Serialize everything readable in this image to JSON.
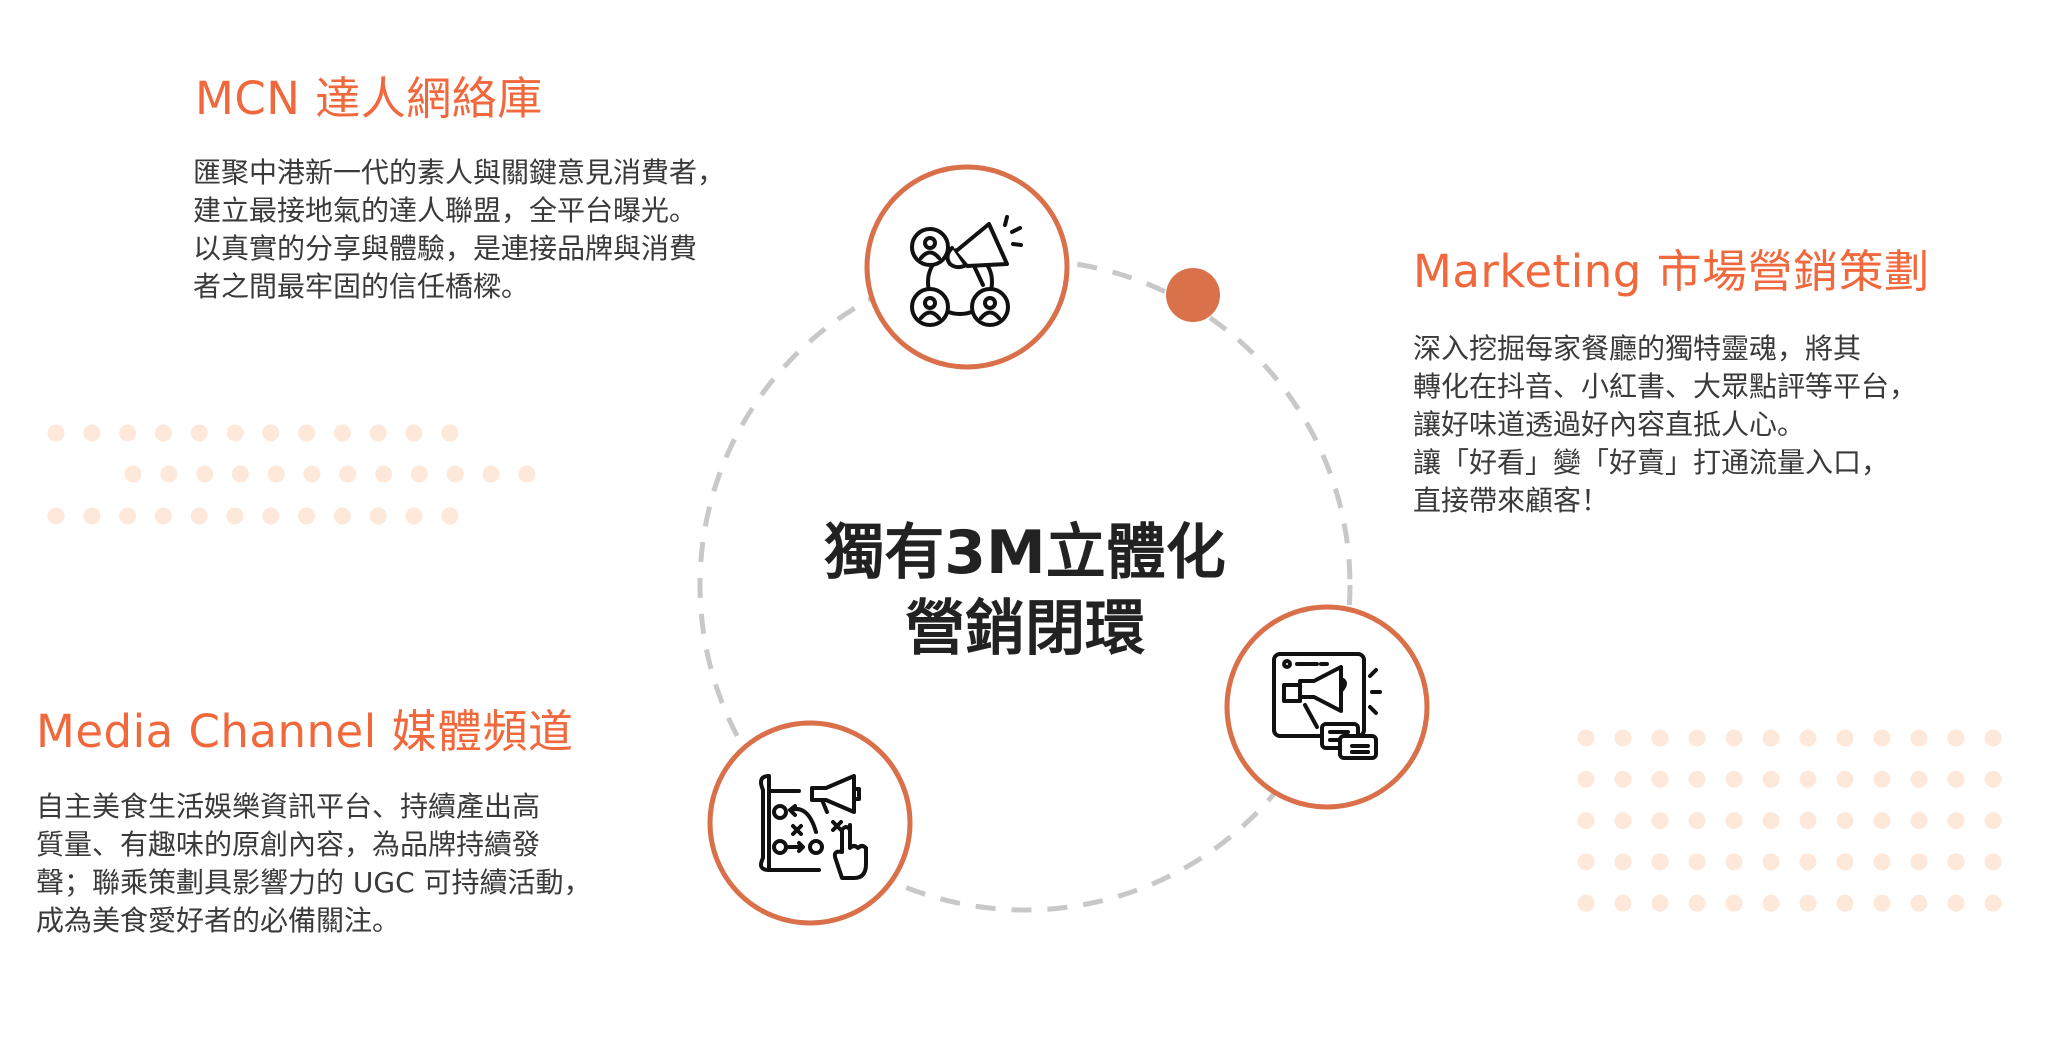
{
  "colors": {
    "accent": "#f0683c",
    "ring": "#d9704a",
    "dot": "#d9714b",
    "dash": "#c8c8c8",
    "pattern_dot": "#fde8d9",
    "text": "#3a3a3a",
    "title": "#222222"
  },
  "center": {
    "lines": [
      "獨有3M立體化",
      "營銷閉環"
    ]
  },
  "sections": {
    "mcn": {
      "title": "MCN 達人網絡庫",
      "lines": [
        "匯聚中港新一代的素人與關鍵意見消費者，",
        "建立最接地氣的達人聯盟，全平台曝光。",
        "以真實的分享與體驗，是連接品牌與消費",
        "者之間最牢固的信任橋樑。"
      ],
      "icon": "influencer-network-megaphone-icon"
    },
    "marketing": {
      "title": "Marketing 市場營銷策劃",
      "lines": [
        "深入挖掘每家餐廳的獨特靈魂，將其",
        "轉化在抖音、小紅書、大眾點評等平台，",
        "讓好味道透過好內容直抵人心。",
        "讓「好看」變「好賣」打通流量入口，",
        "直接帶來顧客！"
      ],
      "icon": "web-megaphone-chat-icon"
    },
    "media": {
      "title": "Media Channel 媒體頻道",
      "lines": [
        "自主美食生活娛樂資訊平台、持續產出高",
        "質量、有趣味的原創內容，為品牌持續發",
        "聲；聯乘策劃具影響力的 UGC 可持續活動，",
        "成為美食愛好者的必備關注。"
      ],
      "icon": "strategy-plan-megaphone-icon"
    }
  }
}
